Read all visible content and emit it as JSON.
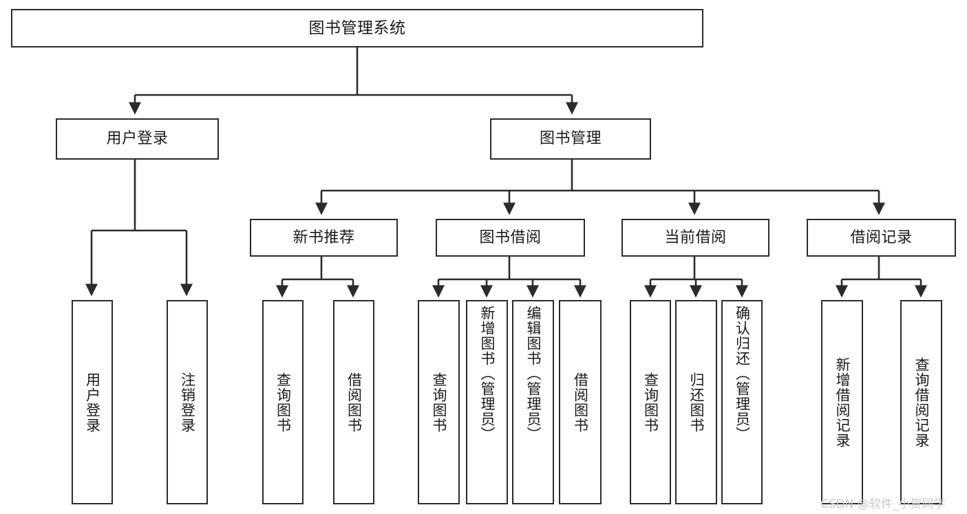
{
  "diagram": {
    "title": "图书管理系统",
    "type": "functional-structure-tree",
    "watermark": "CSDN @软件_小贺同学",
    "colors": {
      "border": "#2b2b2b",
      "background": "#ffffff",
      "text": "#1a1a1a",
      "watermark": "#c9c9c9"
    }
  },
  "root": {
    "label": "图书管理系统"
  },
  "level2": [
    {
      "id": "user-login",
      "label": "用户登录"
    },
    {
      "id": "book-management",
      "label": "图书管理"
    }
  ],
  "level3": [
    {
      "id": "new-book-recommend",
      "label": "新书推荐",
      "parent": "book-management"
    },
    {
      "id": "book-borrow",
      "label": "图书借阅",
      "parent": "book-management"
    },
    {
      "id": "current-borrow",
      "label": "当前借阅",
      "parent": "book-management"
    },
    {
      "id": "borrow-record",
      "label": "借阅记录",
      "parent": "book-management"
    }
  ],
  "leaves": [
    {
      "id": "leaf-user-login",
      "label": "用户登录",
      "parent": "user-login"
    },
    {
      "id": "leaf-logout",
      "label": "注销登录",
      "parent": "user-login"
    },
    {
      "id": "leaf-query-book-1",
      "label": "查询图书",
      "parent": "new-book-recommend"
    },
    {
      "id": "leaf-borrow-book-1",
      "label": "借阅图书",
      "parent": "new-book-recommend"
    },
    {
      "id": "leaf-query-book-2",
      "label": "查询图书",
      "parent": "book-borrow"
    },
    {
      "id": "leaf-add-book",
      "label": "新增图书（管理员）",
      "parent": "book-borrow"
    },
    {
      "id": "leaf-edit-book",
      "label": "编辑图书（管理员）",
      "parent": "book-borrow"
    },
    {
      "id": "leaf-borrow-book-2",
      "label": "借阅图书",
      "parent": "book-borrow"
    },
    {
      "id": "leaf-query-book-3",
      "label": "查询图书",
      "parent": "current-borrow"
    },
    {
      "id": "leaf-return-book",
      "label": "归还图书",
      "parent": "current-borrow"
    },
    {
      "id": "leaf-confirm-return",
      "label": "确认归还（管理员）",
      "parent": "current-borrow"
    },
    {
      "id": "leaf-add-record",
      "label": "新增借阅记录",
      "parent": "borrow-record"
    },
    {
      "id": "leaf-query-record",
      "label": "查询借阅记录",
      "parent": "borrow-record"
    }
  ]
}
